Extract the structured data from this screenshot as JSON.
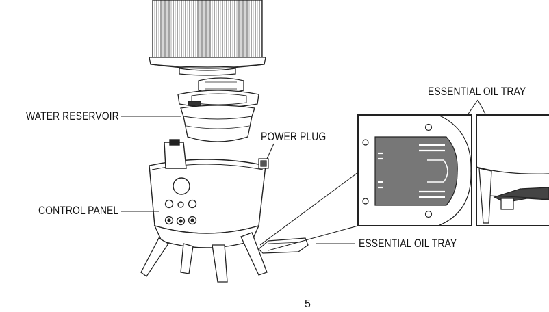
{
  "labels": {
    "water_reservoir": "WATER RESERVOIR",
    "power_plug": "POWER PLUG",
    "control_panel": "CONTROL PANEL",
    "essential_oil_tray_top": "ESSENTIAL OIL TRAY",
    "essential_oil_tray_bottom": "ESSENTIAL OIL TRAY"
  },
  "page_number": "5"
}
